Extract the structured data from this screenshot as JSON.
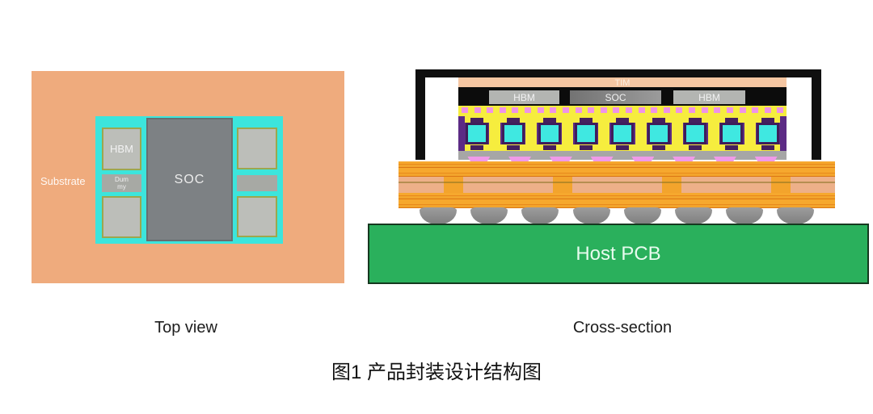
{
  "labels": {
    "top_view": "Top view",
    "cross_section": "Cross-section",
    "caption": "图1 产品封装设计结构图"
  },
  "top_view": {
    "substrate_label": "Substrate",
    "soc_label": "SOC",
    "hbm_label": "HBM",
    "dummy_label": "Dum my"
  },
  "cross_section": {
    "tim_label": "TIM",
    "hbm_left_label": "HBM",
    "soc_label": "SOC",
    "hbm_right_label": "HBM",
    "host_pcb_label": "Host PCB",
    "die_count": 9,
    "microbump_count": 26,
    "c4_bump_count": 8,
    "ball_count": 8,
    "via_count": 4
  },
  "colors": {
    "substrate_top_view": "#efab7d",
    "interposer_cyan": "#3ce5dc",
    "soc_gray": "#7d8184",
    "hbm_gray": "#bcbeb9",
    "tim_salmon": "#f5c6a2",
    "lid_black": "#0f0f0f",
    "mold_yellow": "#f6ed3e",
    "underfill_purple": "#5c2b85",
    "bump_pink": "#ef93e6",
    "substrate_orange": "#f3a42c",
    "solder_ball_gray": "#8d8d8d",
    "pcb_green": "#2ab05c"
  }
}
